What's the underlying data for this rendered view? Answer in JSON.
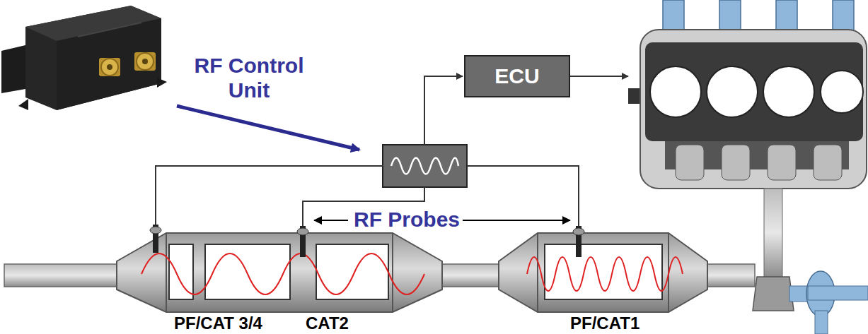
{
  "diagram": {
    "nodes": [
      {
        "text": [
          "ECU"
        ]
      }
    ],
    "labels": [
      "RF Control Unit",
      "RF Probes",
      "PF/CAT 3/4",
      "CAT2",
      "PF/CAT1"
    ]
  }
}
